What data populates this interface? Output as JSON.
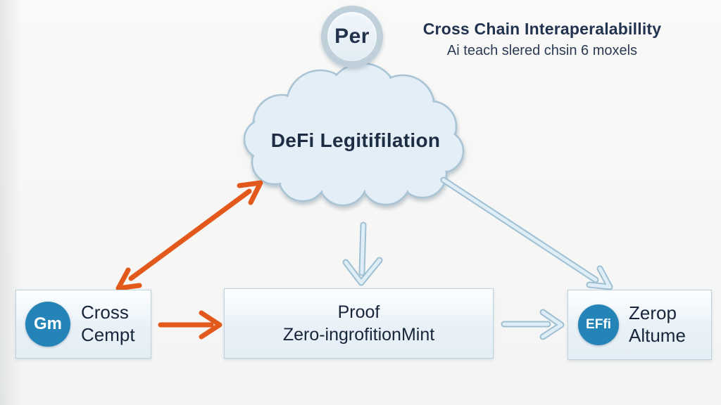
{
  "header": {
    "badge_label": "Per",
    "title": "Cross Chain Interaperalabillity",
    "subtitle": "Ai teach slered chsin 6 moxels"
  },
  "cloud": {
    "label": "DeFi Legitifilation"
  },
  "nodes": {
    "left": {
      "logo_text": "Gm",
      "line1": "Cross",
      "line2": "Cempt"
    },
    "middle": {
      "line1": "Proof",
      "line2": "Zero-ingrofitionMint"
    },
    "right": {
      "logo_text": "EFfi",
      "line1": "Zerop",
      "line2": "Altume"
    }
  },
  "colors": {
    "arrow_orange": "#e2591b",
    "arrow_blue_outline": "#9fbfd2",
    "arrow_blue_fill": "#dfeef6",
    "logo_blue": "#2484b8",
    "cloud_fill": "#e3eef6",
    "cloud_stroke": "#a9c4d4"
  }
}
